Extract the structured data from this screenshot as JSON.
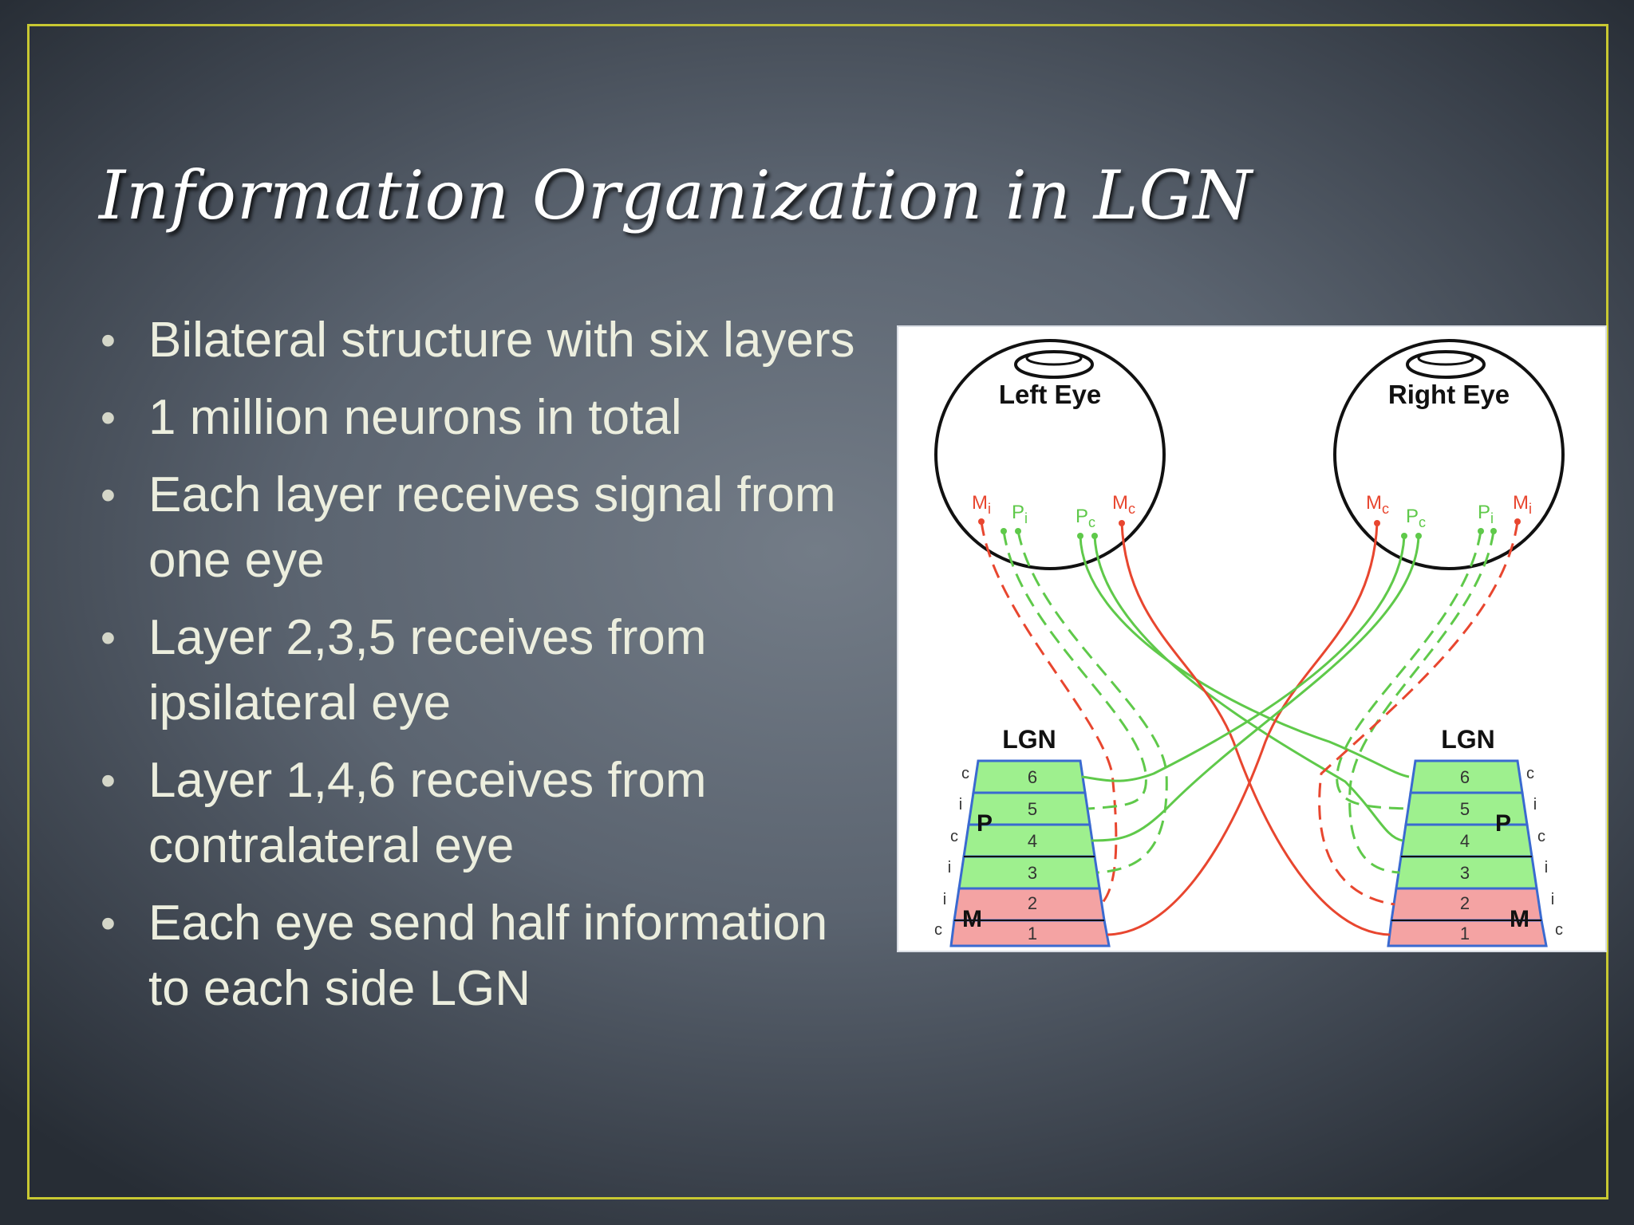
{
  "slide": {
    "title": "Information Organization in LGN",
    "bullets": [
      "Bilateral structure with six layers",
      "1 million neurons in total",
      "Each layer receives signal from one eye",
      "Layer 2,3,5 receives from ipsilateral eye",
      "Layer 1,4,6 receives from contralateral eye",
      "Each eye send half information to each side LGN"
    ],
    "bullet_glyph": "•"
  },
  "diagram": {
    "left_eye_label": "Left Eye",
    "right_eye_label": "Right Eye",
    "left_lgn_label": "LGN",
    "right_lgn_label": "LGN",
    "cell_labels": {
      "M": "M",
      "P": "P",
      "sub_i": "i",
      "sub_c": "c"
    },
    "layer_numbers": [
      "6",
      "5",
      "4",
      "3",
      "2",
      "1"
    ],
    "left_side_letters": [
      "c",
      "i",
      "c",
      "i",
      "i",
      "c"
    ],
    "right_side_letters": [
      "c",
      "i",
      "c",
      "i",
      "i",
      "c"
    ],
    "p_region_label": "P",
    "m_region_label": "M",
    "colors": {
      "m_pathway": "#e8462f",
      "p_pathway": "#5fc94a",
      "p_layers_fill": "#9ef08e",
      "m_layers_fill": "#f4a3a3",
      "lgn_outline": "#3a6ad0",
      "frame": "#c8c832"
    }
  }
}
